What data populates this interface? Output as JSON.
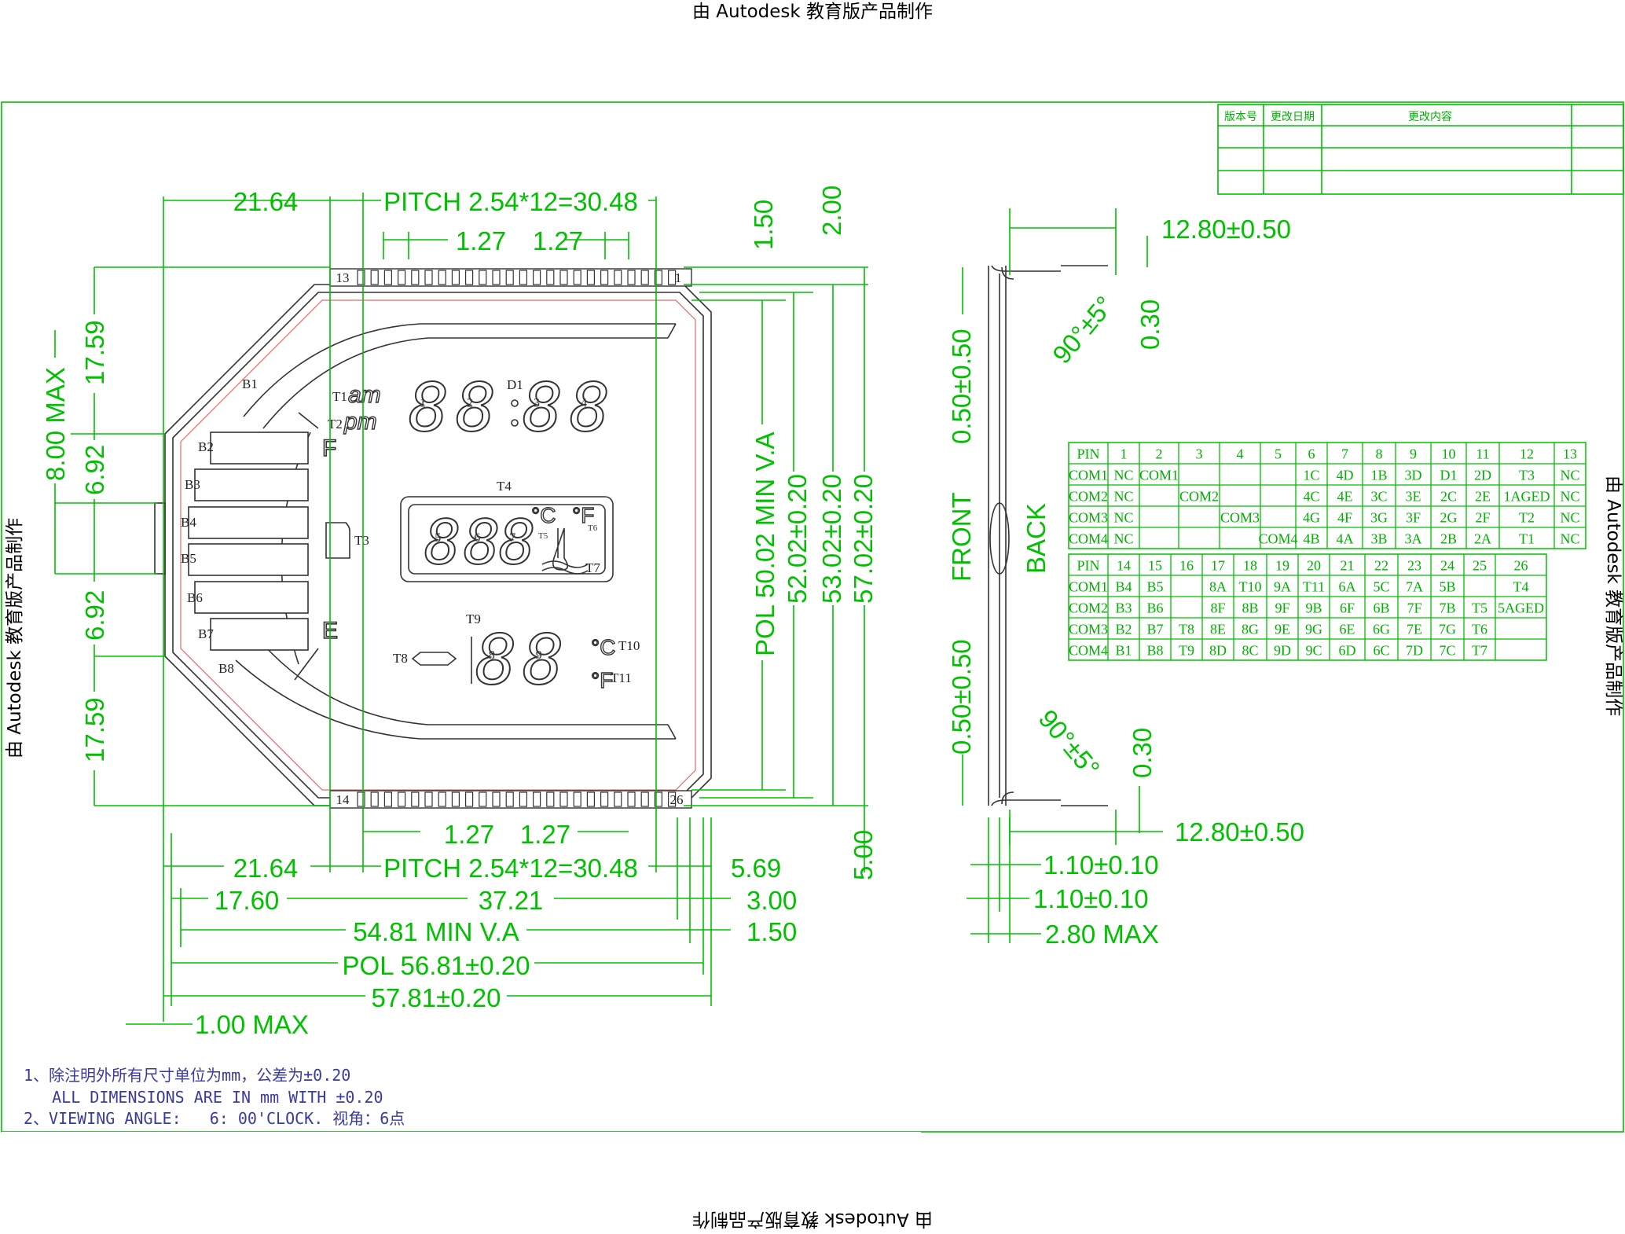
{
  "stamps": {
    "top": "由 Autodesk 教育版产品制作",
    "bottom": "由 Autodesk 教育版产品制作",
    "left": "由 Autodesk 教育版产品制作",
    "right": "由 Autodesk 教育版产品制作"
  },
  "revision_table": {
    "headers": [
      "版本号",
      "更改日期",
      "更改内容"
    ]
  },
  "dims_front": {
    "top_left": "21.64",
    "top_pitch": "PITCH 2.54*12=30.48",
    "top_p1": "1.27",
    "top_p2": "1.27",
    "v150": "1.50",
    "v200": "2.00",
    "left_1759a": "17.59",
    "left_692a": "6.92",
    "left_800": "8.00 MAX",
    "left_692b": "6.92",
    "left_1759b": "17.59",
    "pol_va": "POL 50.02 MIN V.A",
    "v5202": "52.02±0.20",
    "v5302": "53.02±0.20",
    "v5702": "57.02±0.20",
    "bot_p1": "1.27",
    "bot_p2": "1.27",
    "bot_left": "21.64",
    "bot_pitch": "PITCH 2.54*12=30.48",
    "b569": "5.69",
    "b1760": "17.60",
    "b3721": "37.21",
    "b300": "3.00",
    "b5481": "54.81 MIN V.A",
    "b150": "1.50",
    "b5681": "POL 56.81±0.20",
    "b5781": "57.81±0.20",
    "b100": "1.00 MAX",
    "v500": "5.00"
  },
  "pins": {
    "first": "13",
    "last": "1",
    "bfirst": "14",
    "blast": "26"
  },
  "lcd_labels": {
    "B": [
      "B1",
      "B2",
      "B3",
      "B4",
      "B5",
      "B6",
      "B7",
      "B8"
    ],
    "F": "F",
    "E": "E",
    "T1": "T1",
    "T2": "T2",
    "am": "am",
    "pm": "pm",
    "D1": "D1",
    "T3": "T3",
    "T4": "T4",
    "T5": "T5",
    "T6": "T6",
    "T7": "T7",
    "T8": "T8",
    "T9": "T9",
    "T10": "T10",
    "T11": "T11",
    "digits1": [
      "1",
      "2",
      "3",
      "4"
    ],
    "digits2": [
      "5",
      "6",
      "7"
    ],
    "digits3": [
      "8",
      "9"
    ]
  },
  "dims_side": {
    "top": "12.80±0.50",
    "angle1": "90°±5°",
    "d030a": "0.30",
    "d050a": "0.50±0.50",
    "front": "FRONT",
    "back": "BACK",
    "d050b": "0.50±0.50",
    "angle2": "90°±5°",
    "d030b": "0.30",
    "bottom": "12.80±0.50",
    "t110a": "1.10±0.10",
    "t110b": "1.10±0.10",
    "t280": "2.80 MAX"
  },
  "pin_table_1": {
    "rows": [
      [
        "PIN",
        "1",
        "2",
        "3",
        "4",
        "5",
        "6",
        "7",
        "8",
        "9",
        "10",
        "11",
        "12",
        "13"
      ],
      [
        "COM1",
        "NC",
        "COM1",
        "",
        "",
        "",
        "1C",
        "4D",
        "1B",
        "3D",
        "D1",
        "2D",
        "T3",
        "NC"
      ],
      [
        "COM2",
        "NC",
        "",
        "COM2",
        "",
        "",
        "4C",
        "4E",
        "3C",
        "3E",
        "2C",
        "2E",
        "1AGED",
        "NC"
      ],
      [
        "COM3",
        "NC",
        "",
        "",
        "COM3",
        "",
        "4G",
        "4F",
        "3G",
        "3F",
        "2G",
        "2F",
        "T2",
        "NC"
      ],
      [
        "COM4",
        "NC",
        "",
        "",
        "",
        "COM4",
        "4B",
        "4A",
        "3B",
        "3A",
        "2B",
        "2A",
        "T1",
        "NC"
      ]
    ]
  },
  "pin_table_2": {
    "rows": [
      [
        "PIN",
        "14",
        "15",
        "16",
        "17",
        "18",
        "19",
        "20",
        "21",
        "22",
        "23",
        "24",
        "25",
        "26"
      ],
      [
        "COM1",
        "B4",
        "B5",
        "",
        "8A",
        "T10",
        "9A",
        "T11",
        "6A",
        "5C",
        "7A",
        "5B",
        "",
        "T4"
      ],
      [
        "COM2",
        "B3",
        "B6",
        "",
        "8F",
        "8B",
        "9F",
        "9B",
        "6F",
        "6B",
        "7F",
        "7B",
        "T5",
        "5AGED"
      ],
      [
        "COM3",
        "B2",
        "B7",
        "T8",
        "8E",
        "8G",
        "9E",
        "9G",
        "6E",
        "6G",
        "7E",
        "7G",
        "T6",
        ""
      ],
      [
        "COM4",
        "B1",
        "B8",
        "T9",
        "8D",
        "8C",
        "9D",
        "9C",
        "6D",
        "6C",
        "7D",
        "7C",
        "T7",
        ""
      ]
    ]
  },
  "notes": [
    "1、除注明外所有尺寸单位为mm，公差为±0.20",
    "   ALL DIMENSIONS ARE IN mm WITH ±0.20",
    "2、VIEWING ANGLE:   6: 00'CLOCK. 视角：6点"
  ],
  "colors": {
    "dimension": "#00c000",
    "outline": "#333333",
    "inner": "#e06a6a"
  }
}
